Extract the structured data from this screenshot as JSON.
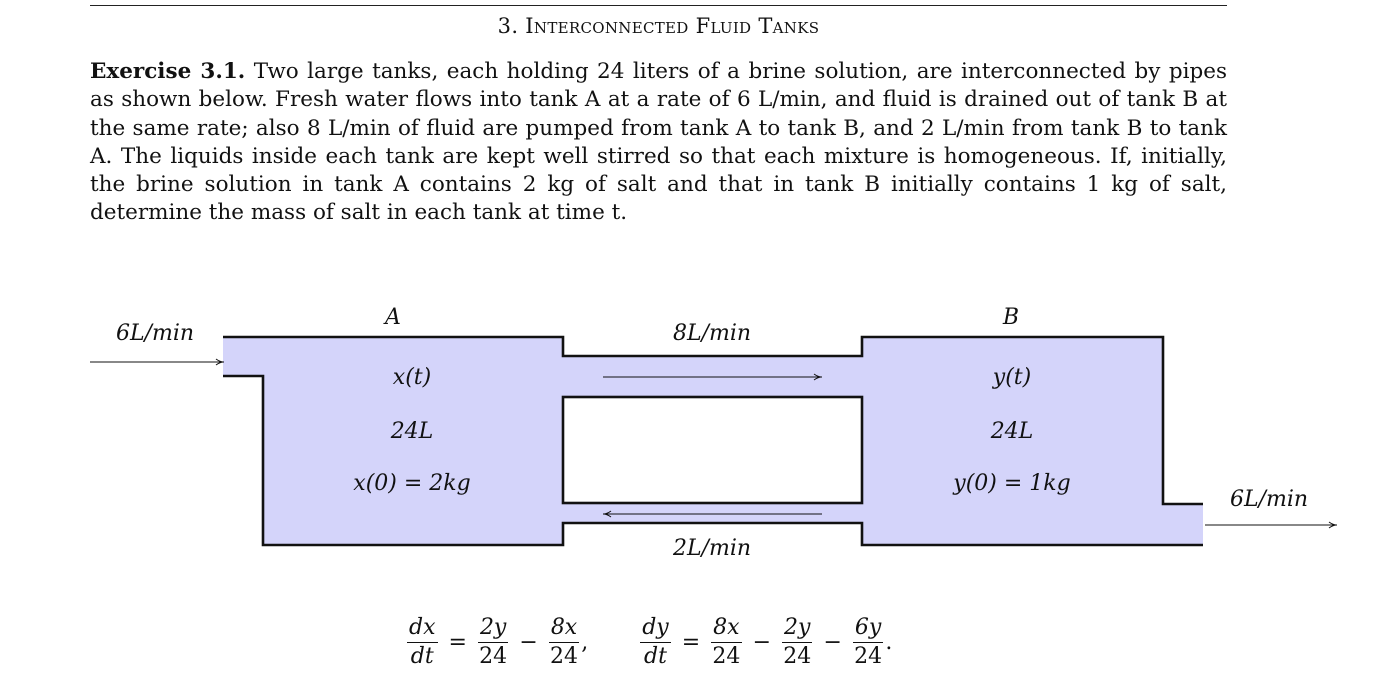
{
  "section_heading": {
    "number": "3.",
    "title": "Interconnected Fluid Tanks"
  },
  "exercise": {
    "label": "Exercise 3.1.",
    "text": " Two large tanks, each holding 24 liters of a brine solution, are interconnected by pipes as shown below. Fresh water flows into tank A at a rate of 6 L/min, and fluid is drained out of tank B at the same rate; also 8 L/min of fluid are pumped from tank A to tank B, and 2 L/min from tank B to tank A. The liquids inside each tank are kept well stirred so that each mixture is homogeneous. If, initially, the brine solution in tank A contains 2 kg of salt and that in tank B initially contains 1 kg of salt, determine the mass of salt in each tank at time t."
  },
  "diagram": {
    "inflow_label": "6L/min",
    "outflow_label": "6L/min",
    "pipe_top_label": "8L/min",
    "pipe_bottom_label": "2L/min",
    "fluid_color": "#d4d4fa",
    "tank_a": {
      "name": "A",
      "amount": "x(t)",
      "volume": "24L",
      "initial": "x(0) = 2kg"
    },
    "tank_b": {
      "name": "B",
      "amount": "y(t)",
      "volume": "24L",
      "initial": "y(0) = 1kg"
    }
  },
  "equations": {
    "eq1": {
      "lhs_num": "dx",
      "lhs_den": "dt",
      "eq": "=",
      "t1_num": "2y",
      "t1_den": "24",
      "op1": "−",
      "t2_num": "8x",
      "t2_den": "24",
      "end": ","
    },
    "eq2": {
      "lhs_num": "dy",
      "lhs_den": "dt",
      "eq": "=",
      "t1_num": "8x",
      "t1_den": "24",
      "op1": "−",
      "t2_num": "2y",
      "t2_den": "24",
      "op2": "−",
      "t3_num": "6y",
      "t3_den": "24",
      "end": "."
    }
  }
}
